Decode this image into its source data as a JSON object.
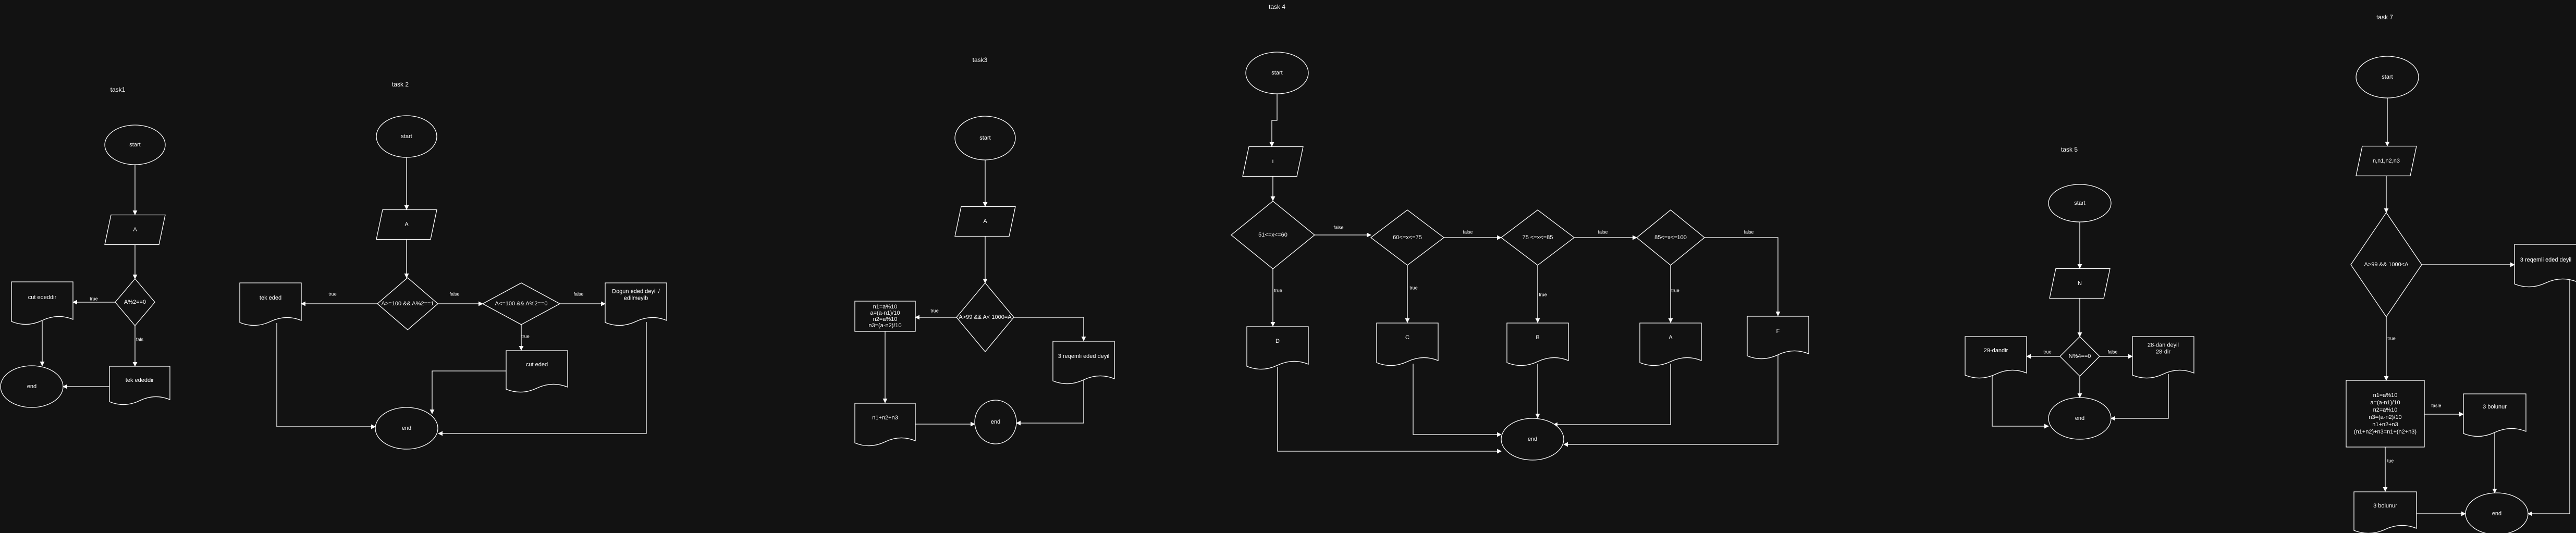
{
  "colors": {
    "background": "#121212",
    "stroke": "#ffffff",
    "text": "#ffffff"
  },
  "labels": {
    "t1": "task1",
    "t2": "task 2",
    "t3": "task3",
    "t4": "task  4",
    "t5": "task 5",
    "t7": "task 7",
    "start": "start",
    "end": "end",
    "A": "A",
    "N": "N",
    "d1": "A%2==0",
    "cut": "cut  ededdir",
    "tek": "tek  ededdir",
    "d2a": "A>=100 && A%2==1",
    "d2b": "A<=100 && A%2==0",
    "cut2": "cut  eded",
    "dogru": "Dogun  eded  deyil /",
    "edilmeyib": "edilmeyib",
    "tek2": "tek  eded",
    "d3": "A>99 && A< 1000=A",
    "calc3a": "n1=a%10",
    "calc3b": "a=(a-n1)/10",
    "calc3c": "n2=a%10",
    "calc3d": "n3=(a-n2)/10",
    "sum3": "n1+n2+n3",
    "uch": "3 reqemli  eded  deyil",
    "inp4": "i",
    "d4a": "51<=x<=60",
    "d4b": "60<=x<=75",
    "d4c": "75 <=x<=85",
    "d4d": "85<=x<=100",
    "gD": "D",
    "gC": "C",
    "gB": "B",
    "gA": "A",
    "gF": "F",
    "d5": "N%4==0",
    "n29": "29-dandir",
    "n28a": "28-dan deyil",
    "n28b": "28-dir",
    "inp7": "n,n1,n2,n3",
    "d7": "A>99 && 1000<A",
    "no3": "3  reqemli  eded  deyil",
    "c7a": "n1=a%10",
    "c7b": "a=(a-n1)/10",
    "c7c": "n2=a%10",
    "c7d": "n3=(a-n2)/10",
    "c7e": "n1+n2+n3",
    "c7f": "(n1+n2)+n3=n1+(n2+n3)",
    "bol3a": "3 bolunur",
    "bol3b": "3  bolunur",
    "false": "false",
    "true": "true",
    "fals": "fals",
    "fasle": "fasle",
    "tue": "tue"
  }
}
